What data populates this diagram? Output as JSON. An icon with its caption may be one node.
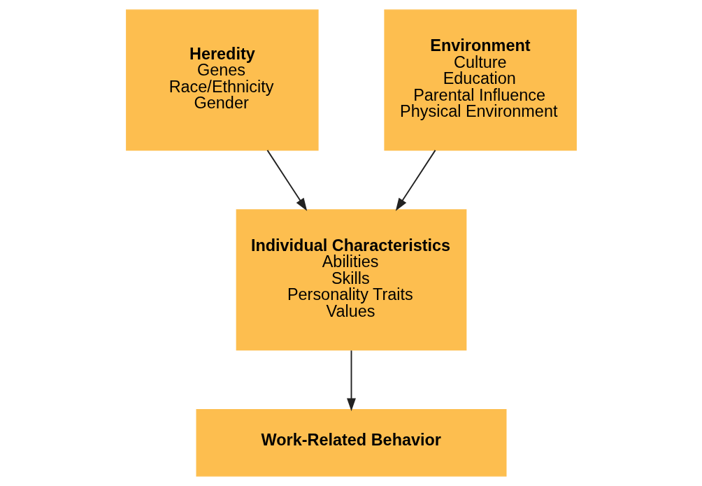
{
  "diagram": {
    "nodes": [
      {
        "text": [
          "Heredity",
          "Genes",
          "Race/Ethnicity",
          "Gender"
        ]
      },
      {
        "text": [
          "Environment",
          "Culture",
          "Education",
          "Parental Influence",
          "Physical Environment"
        ]
      },
      {
        "text": [
          "Individual Characteristics",
          "Abilities",
          "Skills",
          "Personality Traits",
          "Values"
        ]
      },
      {
        "text": [
          "Work-Related Behavior"
        ]
      }
    ],
    "edges": [
      {
        "from": 0,
        "to": 2,
        "arrow": "to"
      },
      {
        "from": 1,
        "to": 2,
        "arrow": "to"
      },
      {
        "from": 2,
        "to": 3,
        "arrow": "to"
      }
    ]
  }
}
